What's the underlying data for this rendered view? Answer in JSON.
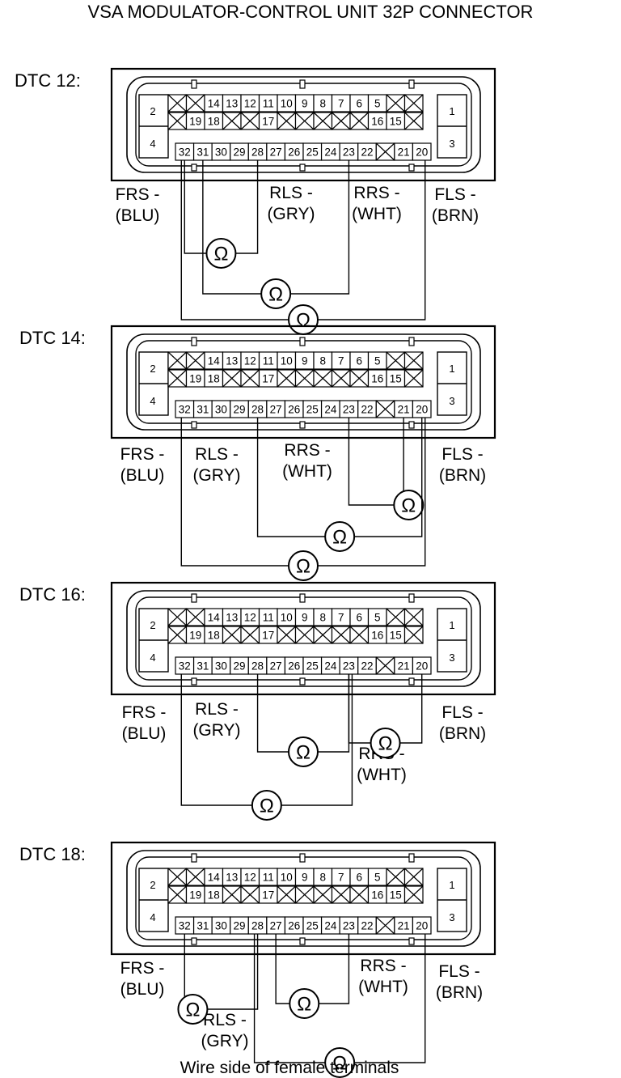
{
  "title": "VSA MODULATOR-CONTROL UNIT 32P CONNECTOR",
  "footer": "Wire side of female terminals",
  "ohm_symbol": "Ω",
  "connector": {
    "side_pins": [
      "2",
      "4",
      "1",
      "3"
    ],
    "row1": [
      "X",
      "X",
      "14",
      "13",
      "12",
      "11",
      "10",
      "9",
      "8",
      "7",
      "6",
      "5",
      "X",
      "X"
    ],
    "row2": [
      "X",
      "19",
      "18",
      "X",
      "X",
      "17",
      "X",
      "X",
      "X",
      "X",
      "X",
      "16",
      "15",
      "X"
    ],
    "row3": [
      "32",
      "31",
      "30",
      "29",
      "28",
      "27",
      "26",
      "25",
      "24",
      "23",
      "22",
      "X",
      "21",
      "20"
    ]
  },
  "wires": {
    "frs_code": "FRS -",
    "frs_color": "(BLU)",
    "rls_code": "RLS -",
    "rls_color": "(GRY)",
    "rrs_code": "RRS -",
    "rrs_color": "(WHT)",
    "fls_code": "FLS -",
    "fls_color": "(BRN)"
  },
  "diagrams": [
    {
      "dtc": "DTC 12:",
      "measurements": [
        [
          "32",
          "28"
        ],
        [
          "31",
          "23"
        ],
        [
          "32",
          "20"
        ]
      ]
    },
    {
      "dtc": "DTC 14:",
      "measurements": [
        [
          "23",
          "21"
        ],
        [
          "28",
          "20"
        ],
        [
          "32",
          "20"
        ]
      ]
    },
    {
      "dtc": "DTC 16:",
      "measurements": [
        [
          "28",
          "23"
        ],
        [
          "23",
          "20"
        ],
        [
          "32",
          "23"
        ]
      ]
    },
    {
      "dtc": "DTC 18:",
      "measurements": [
        [
          "32",
          "28"
        ],
        [
          "27",
          "23"
        ],
        [
          "28",
          "20"
        ]
      ]
    }
  ],
  "colors": {
    "ink": "#000000",
    "background": "#ffffff"
  }
}
